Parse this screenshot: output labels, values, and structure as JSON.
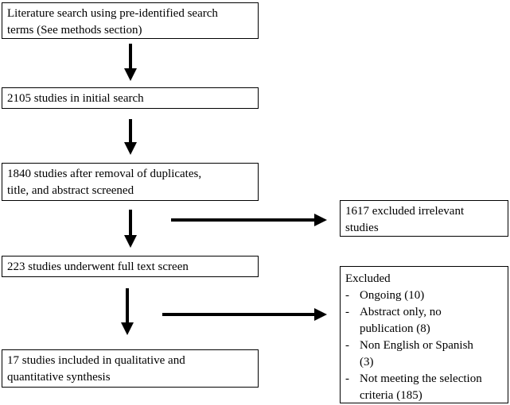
{
  "boxes": {
    "search": {
      "line1": "Literature search using pre-identified search",
      "line2": "terms (See methods section)"
    },
    "initial": {
      "line1": "2105 studies in initial search"
    },
    "screened": {
      "line1": "1840 studies after removal of duplicates,",
      "line2": "title, and abstract screened"
    },
    "fulltext": {
      "line1": "223 studies underwent full text screen"
    },
    "included": {
      "line1": "17 studies included in qualitative and",
      "line2": "quantitative synthesis"
    },
    "irrelevant": {
      "line1": "1617 excluded irrelevant",
      "line2": "studies"
    },
    "excluded": {
      "title": "Excluded",
      "items": [
        {
          "line1": "Ongoing (10)",
          "line2": ""
        },
        {
          "line1": "Abstract only, no",
          "line2": "publication (8)"
        },
        {
          "line1": "Non English or Spanish",
          "line2": "(3)"
        },
        {
          "line1": "Not meeting the selection",
          "line2": "criteria (185)"
        }
      ]
    }
  },
  "colors": {
    "stroke": "#000000",
    "background": "#ffffff"
  }
}
